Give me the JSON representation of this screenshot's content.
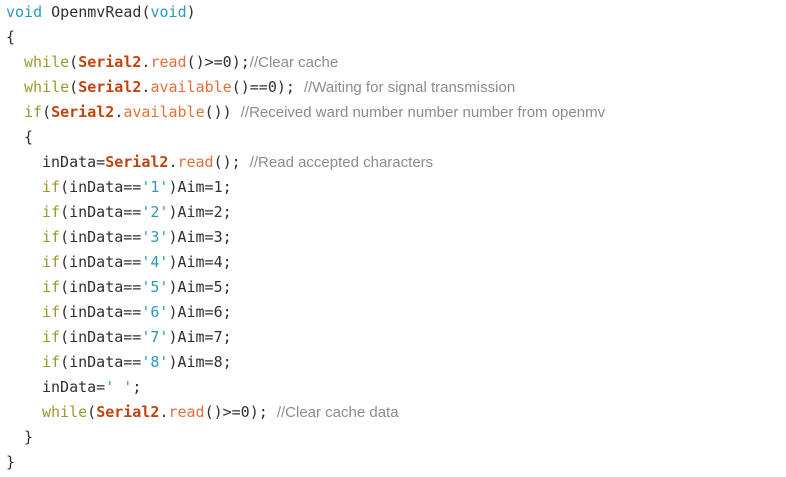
{
  "document": {
    "kind": "source-code-listing",
    "language": "C / Arduino",
    "function_name": "OpenmvRead",
    "background_color": "#ffffff",
    "colors": {
      "type_keyword": "#2b9ab5",
      "control_keyword": "#9a9a2e",
      "object": "#c1440e",
      "method": "#e2703a",
      "char_literal": "#2b9ab5",
      "plain_text": "#303030",
      "comment": "#8c8c8c"
    }
  },
  "code": {
    "lines": [
      {
        "n": 1,
        "indent": 0,
        "tokens": [
          {
            "t": "type",
            "v": "void"
          },
          {
            "t": "plain",
            "v": " OpenmvRead"
          },
          {
            "t": "punct",
            "v": "("
          },
          {
            "t": "type",
            "v": "void"
          },
          {
            "t": "punct",
            "v": ")"
          }
        ]
      },
      {
        "n": 2,
        "indent": 0,
        "tokens": [
          {
            "t": "punct",
            "v": "{"
          }
        ]
      },
      {
        "n": 3,
        "indent": 2,
        "tokens": [
          {
            "t": "keyword",
            "v": "while"
          },
          {
            "t": "punct",
            "v": "("
          },
          {
            "t": "object",
            "v": "Serial2"
          },
          {
            "t": "punct",
            "v": "."
          },
          {
            "t": "method",
            "v": "read"
          },
          {
            "t": "punct",
            "v": "()>=0);"
          },
          {
            "t": "comment",
            "v": "//Clear cache"
          }
        ]
      },
      {
        "n": 4,
        "indent": 2,
        "tokens": [
          {
            "t": "keyword",
            "v": "while"
          },
          {
            "t": "punct",
            "v": "("
          },
          {
            "t": "object",
            "v": "Serial2"
          },
          {
            "t": "punct",
            "v": "."
          },
          {
            "t": "method",
            "v": "available"
          },
          {
            "t": "punct",
            "v": "()==0); "
          },
          {
            "t": "comment",
            "v": "//Waiting for signal transmission"
          }
        ]
      },
      {
        "n": 5,
        "indent": 2,
        "tokens": [
          {
            "t": "keyword",
            "v": "if"
          },
          {
            "t": "punct",
            "v": "("
          },
          {
            "t": "object",
            "v": "Serial2"
          },
          {
            "t": "punct",
            "v": "."
          },
          {
            "t": "method",
            "v": "available"
          },
          {
            "t": "punct",
            "v": "()) "
          },
          {
            "t": "comment",
            "v": "//Received ward number number number from openmv"
          }
        ]
      },
      {
        "n": 6,
        "indent": 2,
        "tokens": [
          {
            "t": "punct",
            "v": "{"
          }
        ]
      },
      {
        "n": 7,
        "indent": 4,
        "tokens": [
          {
            "t": "plain",
            "v": "inData="
          },
          {
            "t": "object",
            "v": "Serial2"
          },
          {
            "t": "punct",
            "v": "."
          },
          {
            "t": "method",
            "v": "read"
          },
          {
            "t": "punct",
            "v": "(); "
          },
          {
            "t": "comment",
            "v": "//Read accepted characters"
          }
        ]
      },
      {
        "n": 8,
        "indent": 4,
        "tokens": [
          {
            "t": "keyword",
            "v": "if"
          },
          {
            "t": "punct",
            "v": "(inData=="
          },
          {
            "t": "char",
            "v": "'1'"
          },
          {
            "t": "punct",
            "v": ")"
          },
          {
            "t": "plain",
            "v": "Aim=1;"
          }
        ]
      },
      {
        "n": 9,
        "indent": 4,
        "tokens": [
          {
            "t": "keyword",
            "v": "if"
          },
          {
            "t": "punct",
            "v": "(inData=="
          },
          {
            "t": "char",
            "v": "'2'"
          },
          {
            "t": "punct",
            "v": ")"
          },
          {
            "t": "plain",
            "v": "Aim=2;"
          }
        ]
      },
      {
        "n": 10,
        "indent": 4,
        "tokens": [
          {
            "t": "keyword",
            "v": "if"
          },
          {
            "t": "punct",
            "v": "(inData=="
          },
          {
            "t": "char",
            "v": "'3'"
          },
          {
            "t": "punct",
            "v": ")"
          },
          {
            "t": "plain",
            "v": "Aim=3;"
          }
        ]
      },
      {
        "n": 11,
        "indent": 4,
        "tokens": [
          {
            "t": "keyword",
            "v": "if"
          },
          {
            "t": "punct",
            "v": "(inData=="
          },
          {
            "t": "char",
            "v": "'4'"
          },
          {
            "t": "punct",
            "v": ")"
          },
          {
            "t": "plain",
            "v": "Aim=4;"
          }
        ]
      },
      {
        "n": 12,
        "indent": 4,
        "tokens": [
          {
            "t": "keyword",
            "v": "if"
          },
          {
            "t": "punct",
            "v": "(inData=="
          },
          {
            "t": "char",
            "v": "'5'"
          },
          {
            "t": "punct",
            "v": ")"
          },
          {
            "t": "plain",
            "v": "Aim=5;"
          }
        ]
      },
      {
        "n": 13,
        "indent": 4,
        "tokens": [
          {
            "t": "keyword",
            "v": "if"
          },
          {
            "t": "punct",
            "v": "(inData=="
          },
          {
            "t": "char",
            "v": "'6'"
          },
          {
            "t": "punct",
            "v": ")"
          },
          {
            "t": "plain",
            "v": "Aim=6;"
          }
        ]
      },
      {
        "n": 14,
        "indent": 4,
        "tokens": [
          {
            "t": "keyword",
            "v": "if"
          },
          {
            "t": "punct",
            "v": "(inData=="
          },
          {
            "t": "char",
            "v": "'7'"
          },
          {
            "t": "punct",
            "v": ")"
          },
          {
            "t": "plain",
            "v": "Aim=7;"
          }
        ]
      },
      {
        "n": 15,
        "indent": 4,
        "tokens": [
          {
            "t": "keyword",
            "v": "if"
          },
          {
            "t": "punct",
            "v": "(inData=="
          },
          {
            "t": "char",
            "v": "'8'"
          },
          {
            "t": "punct",
            "v": ")"
          },
          {
            "t": "plain",
            "v": "Aim=8;"
          }
        ]
      },
      {
        "n": 16,
        "indent": 4,
        "tokens": [
          {
            "t": "plain",
            "v": "inData="
          },
          {
            "t": "char",
            "v": "' '"
          },
          {
            "t": "punct",
            "v": ";"
          }
        ]
      },
      {
        "n": 17,
        "indent": 4,
        "tokens": [
          {
            "t": "keyword",
            "v": "while"
          },
          {
            "t": "punct",
            "v": "("
          },
          {
            "t": "object",
            "v": "Serial2"
          },
          {
            "t": "punct",
            "v": "."
          },
          {
            "t": "method",
            "v": "read"
          },
          {
            "t": "punct",
            "v": "()>=0); "
          },
          {
            "t": "comment",
            "v": "//Clear cache data"
          }
        ]
      },
      {
        "n": 18,
        "indent": 2,
        "tokens": [
          {
            "t": "punct",
            "v": "}"
          }
        ]
      },
      {
        "n": 19,
        "indent": 0,
        "tokens": [
          {
            "t": "punct",
            "v": "}"
          }
        ]
      }
    ]
  }
}
